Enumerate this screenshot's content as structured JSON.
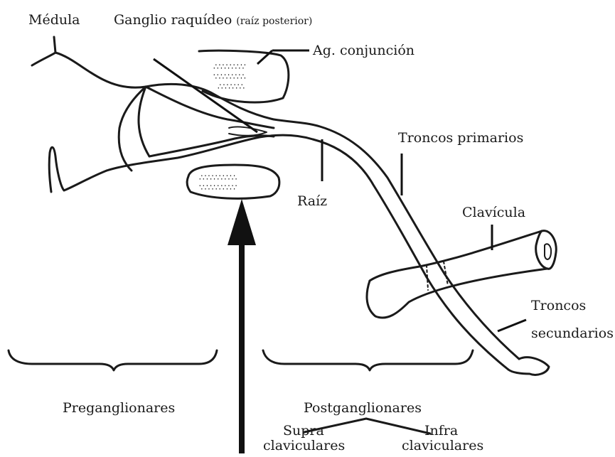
{
  "labels": {
    "medula": "Médula",
    "ganglio": "Ganglio raquídeo",
    "ganglio_sub": "(raíz posterior)",
    "ag_conjuncion": "Ag. conjunción",
    "troncos_primarios": "Troncos primarios",
    "raiz": "Raíz",
    "clavicula": "Clavícula",
    "troncos_secundarios_1": "Troncos",
    "troncos_secundarios_2": "secundarios",
    "preganglionares": "Preganglionares",
    "postganglionares": "Postganglionares",
    "supra_1": "Supra",
    "supra_2": "claviculares",
    "infra_1": "Infra",
    "infra_2": "claviculares"
  },
  "colors": {
    "ink": "#1a1a1a",
    "background": "#ffffff"
  }
}
